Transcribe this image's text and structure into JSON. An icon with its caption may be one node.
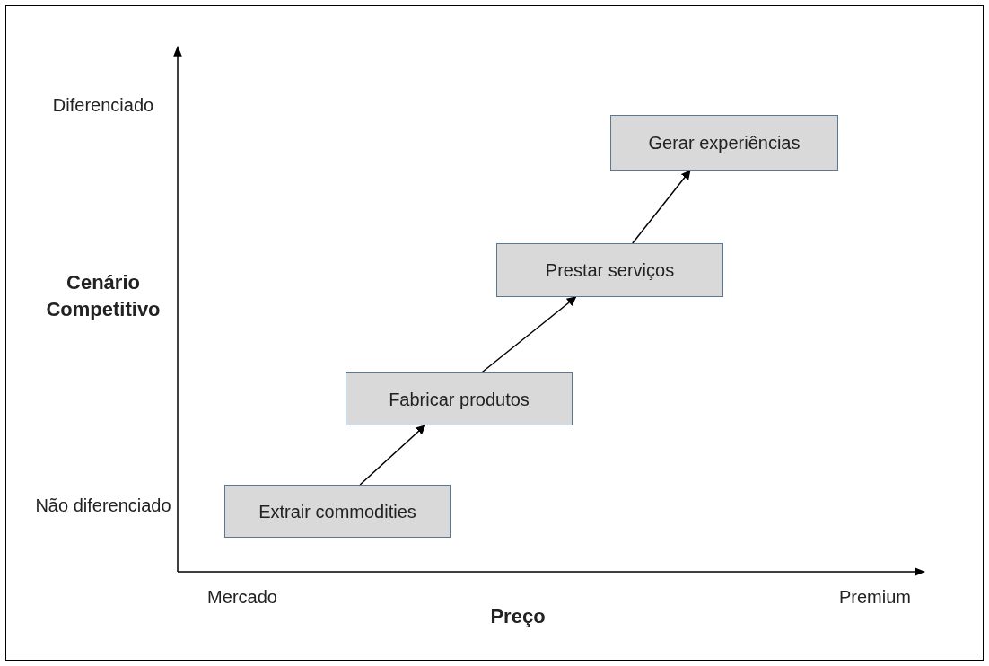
{
  "diagram": {
    "nodes": [
      {
        "text": [
          "Extrair commodities"
        ]
      },
      {
        "text": [
          "Fabricar produtos"
        ]
      },
      {
        "text": [
          "Prestar serviços"
        ]
      },
      {
        "text": [
          "Gerar experiências"
        ]
      }
    ],
    "edges": [
      {
        "from": 0,
        "to": 1,
        "arrow": "to"
      },
      {
        "from": 1,
        "to": 2,
        "arrow": "to"
      },
      {
        "from": 2,
        "to": 3,
        "arrow": "to"
      }
    ],
    "labels": [
      "Diferenciado",
      "Cenário Competitivo",
      "Não diferenciado",
      "Mercado",
      "Preço",
      "Premium"
    ]
  }
}
